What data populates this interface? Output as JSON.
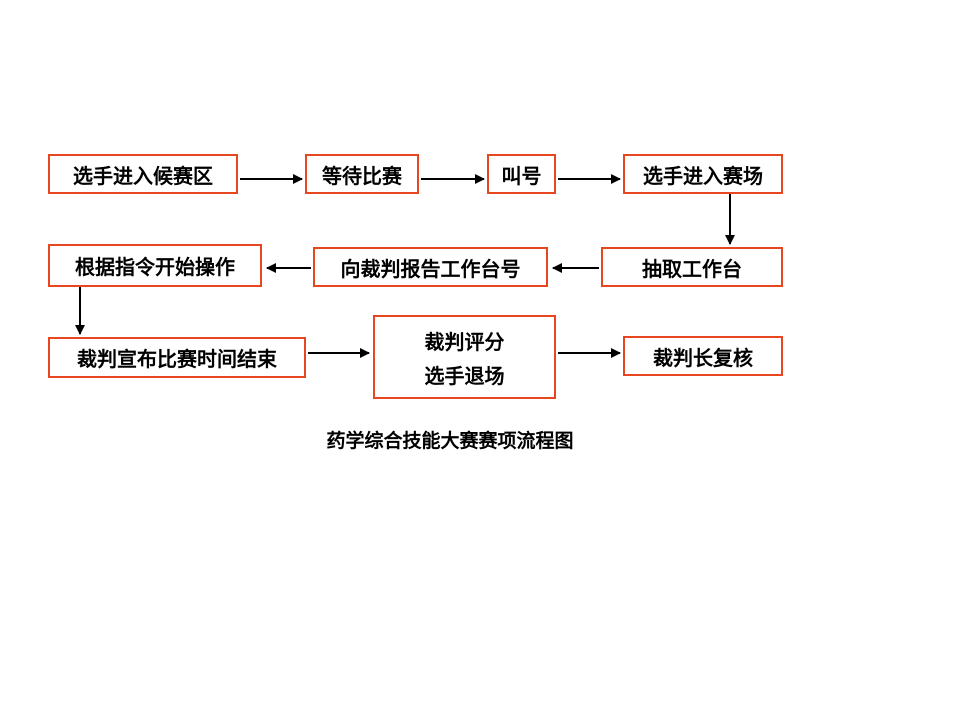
{
  "nodes": {
    "enter_waiting": "选手进入候赛区",
    "wait": "等待比赛",
    "call": "叫号",
    "enter_venue": "选手进入赛场",
    "draw_station": "抽取工作台",
    "report_station": "向裁判报告工作台号",
    "start_operation": "根据指令开始操作",
    "end_announce": "裁判宣布比赛时间结束",
    "score_line1": "裁判评分",
    "score_line2": "选手退场",
    "review": "裁判长复核"
  },
  "caption": "药学综合技能大赛赛项流程图",
  "colors": {
    "box_border": "#E8461E",
    "arrow": "#000000",
    "text": "#000000"
  }
}
